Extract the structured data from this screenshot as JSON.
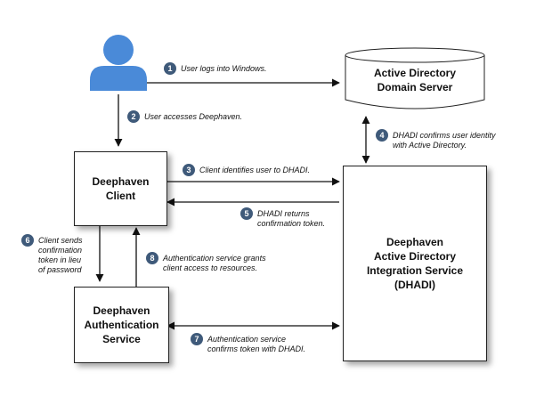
{
  "nodes": {
    "ad_server": "Active Directory\nDomain Server",
    "client": "Deephaven\nClient",
    "auth_service": "Deephaven\nAuthentication\nService",
    "dhadi": "Deephaven\nActive Directory\nIntegration Service\n(DHADI)"
  },
  "steps": [
    {
      "num": "1",
      "text": "User logs into Windows."
    },
    {
      "num": "2",
      "text": "User accesses Deephaven."
    },
    {
      "num": "3",
      "text": "Client identifies user to DHADI."
    },
    {
      "num": "4",
      "text": "DHADI confirms user identity\nwith Active Directory."
    },
    {
      "num": "5",
      "text": "DHADI returns\nconfirmation token."
    },
    {
      "num": "6",
      "text": "Client sends\nconfirmation\ntoken in lieu\nof password"
    },
    {
      "num": "7",
      "text": "Authentication service\nconfirms token with DHADI."
    },
    {
      "num": "8",
      "text": "Authentication service grants\nclient access to resources."
    }
  ],
  "colors": {
    "user_icon": "#4a8ad8",
    "badge": "#3f5a7a",
    "arrow": "#111111"
  },
  "icons": {
    "user": "user-icon",
    "database": "database-icon"
  }
}
